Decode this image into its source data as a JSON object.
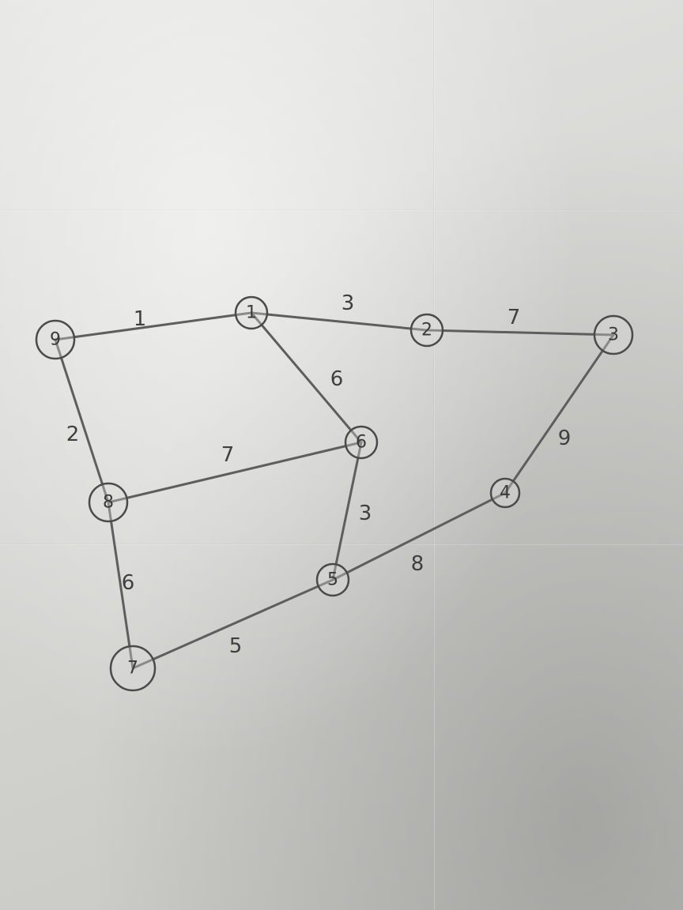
{
  "diagram": {
    "nodes": [
      {
        "id": "9",
        "label": "9"
      },
      {
        "id": "1",
        "label": "1"
      },
      {
        "id": "2",
        "label": "2"
      },
      {
        "id": "3",
        "label": "3"
      },
      {
        "id": "6",
        "label": "6"
      },
      {
        "id": "4",
        "label": "4"
      },
      {
        "id": "8",
        "label": "8"
      },
      {
        "id": "5",
        "label": "5"
      },
      {
        "id": "7",
        "label": "7"
      }
    ],
    "edges": [
      {
        "from": "9",
        "to": "1",
        "weight": "1"
      },
      {
        "from": "1",
        "to": "2",
        "weight": "3"
      },
      {
        "from": "2",
        "to": "3",
        "weight": "7"
      },
      {
        "from": "1",
        "to": "6",
        "weight": "6"
      },
      {
        "from": "9",
        "to": "8",
        "weight": "2"
      },
      {
        "from": "8",
        "to": "6",
        "weight": "7"
      },
      {
        "from": "3",
        "to": "4",
        "weight": "9"
      },
      {
        "from": "6",
        "to": "5",
        "weight": "3"
      },
      {
        "from": "8",
        "to": "7",
        "weight": "6"
      },
      {
        "from": "5",
        "to": "4",
        "weight": "8"
      },
      {
        "from": "7",
        "to": "5",
        "weight": "5"
      }
    ]
  }
}
